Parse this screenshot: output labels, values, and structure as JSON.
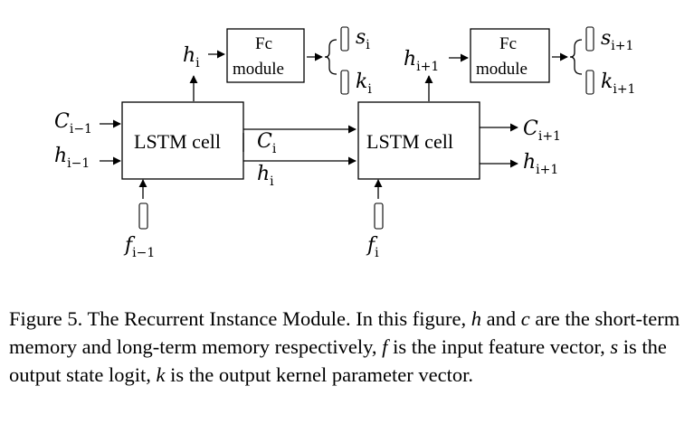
{
  "diagram": {
    "lstm_label": "LSTM cell",
    "fc_line1": "Fc",
    "fc_line2": "module",
    "labels": {
      "c_prev": {
        "base": "C",
        "sub": "i−1"
      },
      "h_prev": {
        "base": "h",
        "sub": "i−1"
      },
      "f_prev": {
        "base": "f",
        "sub": "i−1"
      },
      "h_i_top": {
        "base": "h",
        "sub": "i"
      },
      "c_i_mid": {
        "base": "C",
        "sub": "i"
      },
      "h_i_mid": {
        "base": "h",
        "sub": "i"
      },
      "s_i": {
        "base": "s",
        "sub": "i"
      },
      "k_i": {
        "base": "k",
        "sub": "i"
      },
      "f_i": {
        "base": "f",
        "sub": "i"
      },
      "h_next_top": {
        "base": "h",
        "sub": "i+1"
      },
      "s_next": {
        "base": "s",
        "sub": "i+1"
      },
      "k_next": {
        "base": "k",
        "sub": "i+1"
      },
      "c_next_out": {
        "base": "C",
        "sub": "i+1"
      },
      "h_next_out": {
        "base": "h",
        "sub": "i+1"
      }
    }
  },
  "caption": {
    "p1": "Figure 5. The Recurrent Instance Module. In this figure, ",
    "h": "h",
    "p2": " and ",
    "c": "c",
    "p3": " are the short-term memory and long-term memory respectively, ",
    "f": "f",
    "p4": " is the input feature vector, ",
    "s": "s",
    "p5": " is the output state logit, ",
    "k": "k",
    "p6": " is the output kernel parameter vector."
  }
}
